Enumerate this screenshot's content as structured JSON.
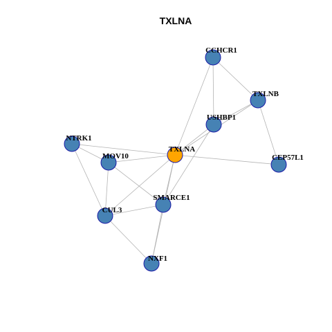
{
  "title": "TXLNA",
  "colors": {
    "background": "#ffffff",
    "edge": "#b3b3b3",
    "node_fill": "#4682b4",
    "node_border": "#1a1aa6",
    "center_fill": "#ffa500",
    "center_border": "#1a1aa6",
    "label": "#000000"
  },
  "graph": {
    "center_node": "TXLNA",
    "nodes": [
      {
        "id": "TXLNA",
        "label": "TXLNA",
        "center": true
      },
      {
        "id": "CCHCR1",
        "label": "CCHCR1"
      },
      {
        "id": "TXLNB",
        "label": "TXLNB"
      },
      {
        "id": "USHBP1",
        "label": "USHBP1"
      },
      {
        "id": "NTRK1",
        "label": "NTRK1"
      },
      {
        "id": "MOV10",
        "label": "MOV10"
      },
      {
        "id": "CEP57L1",
        "label": "CEP57L1"
      },
      {
        "id": "SMARCE1",
        "label": "SMARCE1"
      },
      {
        "id": "CUL3",
        "label": "CUL3"
      },
      {
        "id": "NXF1",
        "label": "NXF1"
      }
    ],
    "edges": [
      [
        "CCHCR1",
        "TXLNB"
      ],
      [
        "CCHCR1",
        "USHBP1"
      ],
      [
        "CCHCR1",
        "TXLNA"
      ],
      [
        "TXLNB",
        "USHBP1"
      ],
      [
        "TXLNB",
        "TXLNA"
      ],
      [
        "TXLNB",
        "CEP57L1"
      ],
      [
        "USHBP1",
        "TXLNA"
      ],
      [
        "USHBP1",
        "SMARCE1"
      ],
      [
        "NTRK1",
        "MOV10"
      ],
      [
        "NTRK1",
        "TXLNA"
      ],
      [
        "NTRK1",
        "CUL3"
      ],
      [
        "MOV10",
        "TXLNA"
      ],
      [
        "MOV10",
        "CUL3"
      ],
      [
        "MOV10",
        "SMARCE1"
      ],
      [
        "TXLNA",
        "CEP57L1"
      ],
      [
        "TXLNA",
        "SMARCE1"
      ],
      [
        "TXLNA",
        "CUL3"
      ],
      [
        "TXLNA",
        "NXF1"
      ],
      [
        "SMARCE1",
        "CUL3"
      ],
      [
        "SMARCE1",
        "NXF1"
      ],
      [
        "CUL3",
        "NXF1"
      ]
    ]
  }
}
